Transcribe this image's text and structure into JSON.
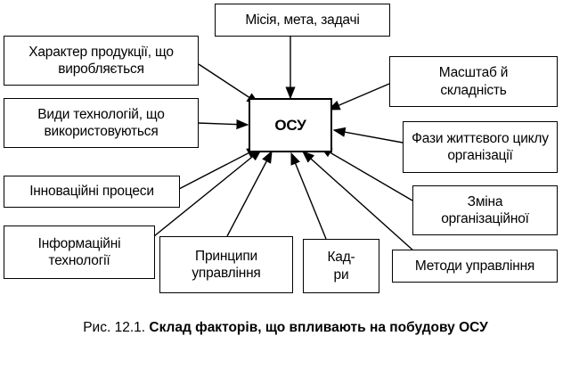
{
  "center": "ОСУ",
  "factors": {
    "mission": "Місія, мета, задачі",
    "product": "Характер продукції, що виробляється",
    "technology": "Види технологій, що використовуються",
    "innovation": "Інноваційні процеси",
    "infotech": "Інформаційні технології",
    "principles": "Принципи управління",
    "staff": "Кад-ри",
    "methods": "Методи управління",
    "change": "Зміна організаційної",
    "lifecycle": "Фази життєвого циклу організації",
    "scale": "Масштаб й складність"
  },
  "caption": {
    "prefix": "Рис. 12.1.",
    "text": "Склад факторів, що впливають на побудову ОСУ"
  }
}
